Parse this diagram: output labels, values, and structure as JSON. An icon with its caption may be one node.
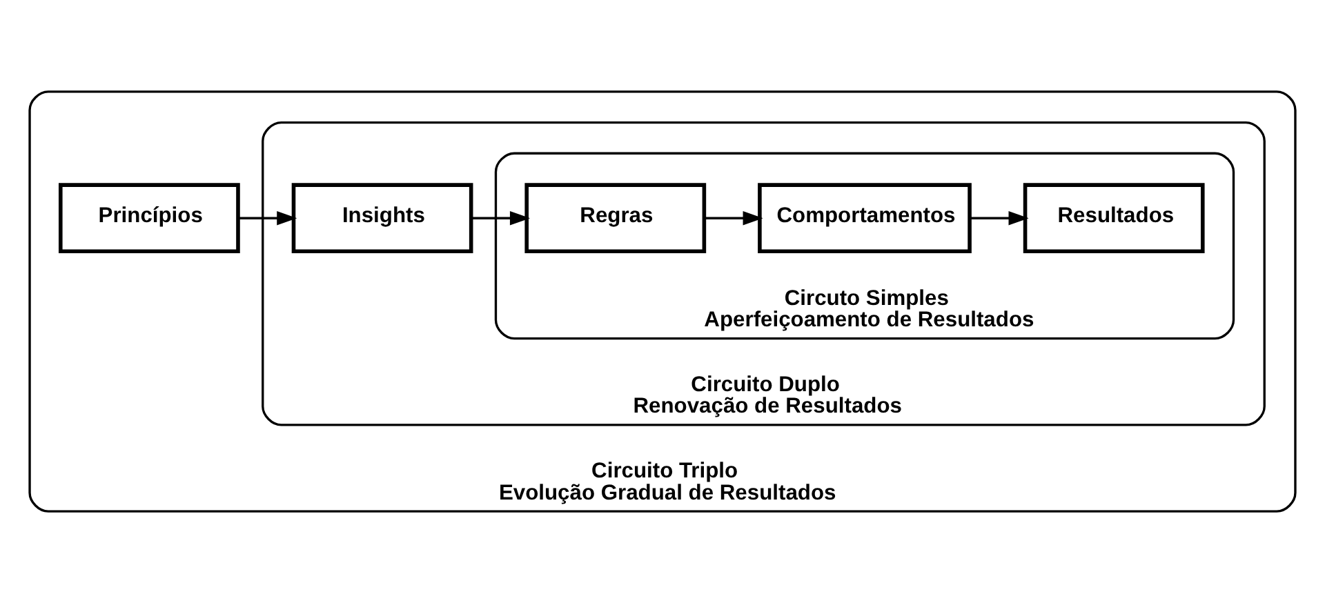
{
  "diagram": {
    "nodes": [
      {
        "text": [
          "Circuito Triplo",
          "Evolução Gradual de Resultados"
        ]
      },
      {
        "text": [
          "Princípios"
        ],
        "in": 0
      },
      {
        "text": [
          "Circuito Duplo",
          "Renovação de Resultados"
        ],
        "in": 0
      },
      {
        "text": [
          "Insights"
        ],
        "in": 2
      },
      {
        "text": [
          "Circuto Simples",
          "Aperfeiçoamento de Resultados"
        ],
        "in": 2
      },
      {
        "text": [
          "Regras"
        ],
        "in": 4
      },
      {
        "text": [
          "Comportamentos"
        ],
        "in": 4
      },
      {
        "text": [
          "Resultados"
        ],
        "in": 4
      }
    ],
    "edges": [
      {
        "from": 1,
        "to": 3,
        "arrow": "to"
      },
      {
        "from": 3,
        "to": 5,
        "arrow": "to"
      },
      {
        "from": 5,
        "to": 6,
        "arrow": "to"
      },
      {
        "from": 6,
        "to": 7,
        "arrow": "to"
      }
    ]
  }
}
